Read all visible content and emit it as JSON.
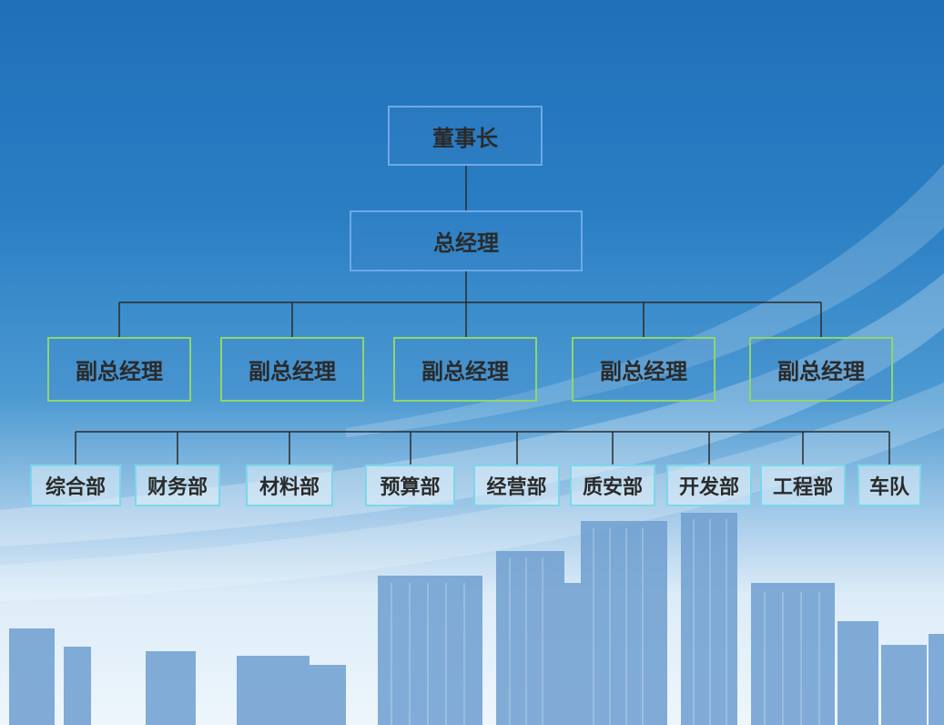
{
  "chart_data": {
    "type": "org-chart",
    "root": "董事长",
    "levels": [
      [
        "董事长"
      ],
      [
        "总经理"
      ],
      [
        "副总经理",
        "副总经理",
        "副总经理",
        "副总经理",
        "副总经理"
      ],
      [
        "综合部",
        "财务部",
        "材料部",
        "预算部",
        "经营部",
        "质安部",
        "开发部",
        "工程部",
        "车队"
      ]
    ],
    "edges": [
      [
        "董事长",
        "总经理"
      ],
      [
        "总经理",
        "副总经理"
      ]
    ]
  },
  "org": {
    "chairman": "董事长",
    "general_manager": "总经理",
    "vice_managers": [
      "副总经理",
      "副总经理",
      "副总经理",
      "副总经理",
      "副总经理"
    ],
    "departments": [
      "综合部",
      "财务部",
      "材料部",
      "预算部",
      "经营部",
      "质安部",
      "开发部",
      "工程部",
      "车队"
    ]
  },
  "colors": {
    "top_border": "#6fa8e8",
    "vp_border": "#8fd66b",
    "dept_border": "#7ad7ea",
    "line": "#2b2b2b"
  }
}
